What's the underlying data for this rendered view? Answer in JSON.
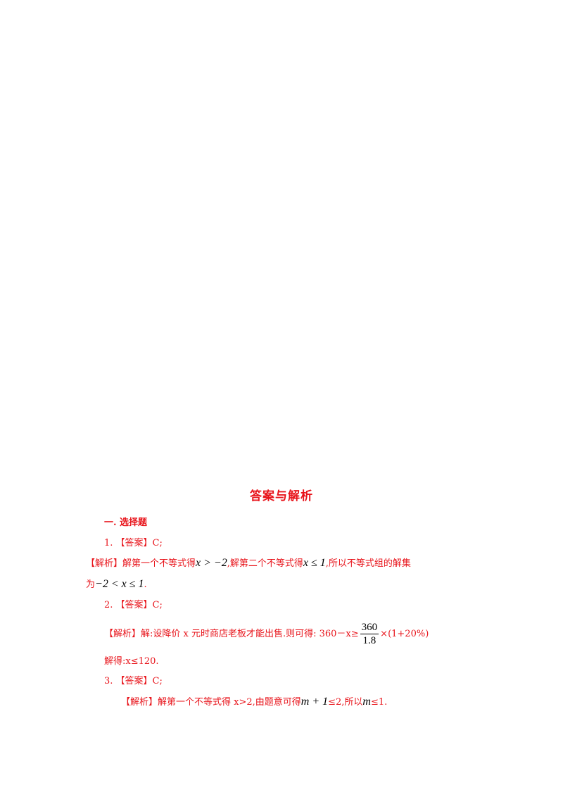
{
  "title": "答案与解析",
  "section_heading": "一. 选择题",
  "q1": {
    "answer": "1. 【答案】C;",
    "analysis_prefix": "【解析】解第一个不等式得",
    "expr_a": "x > −2",
    "analysis_mid": ",解第二个不等式得",
    "expr_b": "x ≤ 1",
    "analysis_suffix": ",所以不等式组的解集",
    "line2_prefix": "为",
    "expr_c": "−2 < x ≤ 1",
    "line2_suffix": "."
  },
  "q2": {
    "answer": "2. 【答案】C;",
    "analysis_prefix": "【解析】解:设降价 x 元时商店老板才能出售.则可得: 360－x≥",
    "frac_num": "360",
    "frac_den": "1.8",
    "analysis_suffix": "×(1+20%)",
    "result": "解得:x≤120."
  },
  "q3": {
    "answer": "3. 【答案】C;",
    "analysis_prefix": "【解析】解第一个不等式得 x>2,由题意可得",
    "expr_a": "m + 1",
    "analysis_mid": "≤2,所以",
    "expr_b": "m",
    "analysis_suffix": "≤1."
  }
}
